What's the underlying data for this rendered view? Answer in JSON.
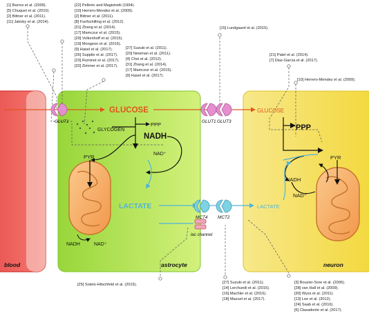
{
  "references": {
    "top_left": [
      "[1] Barros et al. (2009).",
      "[5] Chuquet et al. (2010).",
      "[2] Bittner et al. (2011).",
      "[11] Jakoby et al. (2014)."
    ],
    "top_mid": [
      "[22] Pellerin and Magistretti (1994).",
      "[10] Herrero-Mendez et al. (2009).",
      "[2] Bittner et al. (2011).",
      "[8] Funfschilling et al. (2012).",
      "[31] Zhang et al. (2014).",
      "[17] Mamczur et al. (2015).",
      "[29] Volkenhoff et al. (2015).",
      "[19] Mongeon et al. (2016).",
      "[9] Hasel et al. (2017).",
      "[26] Supplie et al. (2017).",
      "[23] Ruminot et al. (2017).",
      "[32] Zimmer et al. (2017)."
    ],
    "mid_block": [
      "[27] Suzuki et al. (2011).",
      "[20] Newman et al. (2011).",
      "[4] Choi et al. (2012).",
      "[31] Zhang et al. (2014).",
      "[17] Mamczur et al. (2015).",
      "[9] Hasel et al. (2017)."
    ],
    "lundgaard": [
      "[15] Lundgaard et al. (2015)."
    ],
    "patel": [
      "[21] Patel et al. (2014).",
      "[7] Diaz-Garcia et al. (2017)."
    ],
    "herrero_right": [
      "[10] Herrero-Mendez et al. (2009)."
    ],
    "sotelo": [
      "[25] Sotelo-Hitschfeld et al. (2015)."
    ],
    "bottom_mid": [
      "[27] Suzuki et al. (2011).",
      "[14] Lerchundi et al. (2015).",
      "[16] Machler et al. (2016).",
      "[18] Mazuel et al. (2017)."
    ],
    "bottom_right": [
      "[3] Bouzier-Sore et al. (2006).",
      "[28] van Hall et al. (2009).",
      "[30] Wyss et al. (2011).",
      "[13] Lee et al. (2012).",
      "[24] Saab et al. (2016).",
      "[6] Clasadonte et al. (2017)."
    ]
  },
  "compartments": {
    "blood": "blood",
    "astrocyte": "astrocyte",
    "neuron": "neuron"
  },
  "transporters": {
    "glut1_blood": "GLUT1",
    "glut1_astro": "GLUT1",
    "glut3": "GLUT3",
    "mct4": "MCT4",
    "mct2": "MCT2",
    "lac_channel": "lac channel"
  },
  "astrocyte_labels": {
    "glucose": "GLUCOSE",
    "glycogen": "GLYCOGEN",
    "ppp": "PPP",
    "nadh": "NADH",
    "nad": "NAD⁺",
    "pyr": "PYR",
    "lactate": "LACTATE",
    "mito_nadh": "NADH",
    "mito_nad": "NAD⁺"
  },
  "neuron_labels": {
    "glucose": "GLUCOSE",
    "ppp": "PPP",
    "pyr": "PYR",
    "nadh": "NADH",
    "nad": "NAD⁺",
    "lactate": "LACTATE"
  },
  "colors": {
    "blood": "#e8504e",
    "astrocyte": "#a4dc4a",
    "neuron": "#f7de57",
    "glucose": "#ea5a2a",
    "lactate": "#5bbde0",
    "glut": "#e48fcf",
    "mct": "#7fd2e4"
  }
}
